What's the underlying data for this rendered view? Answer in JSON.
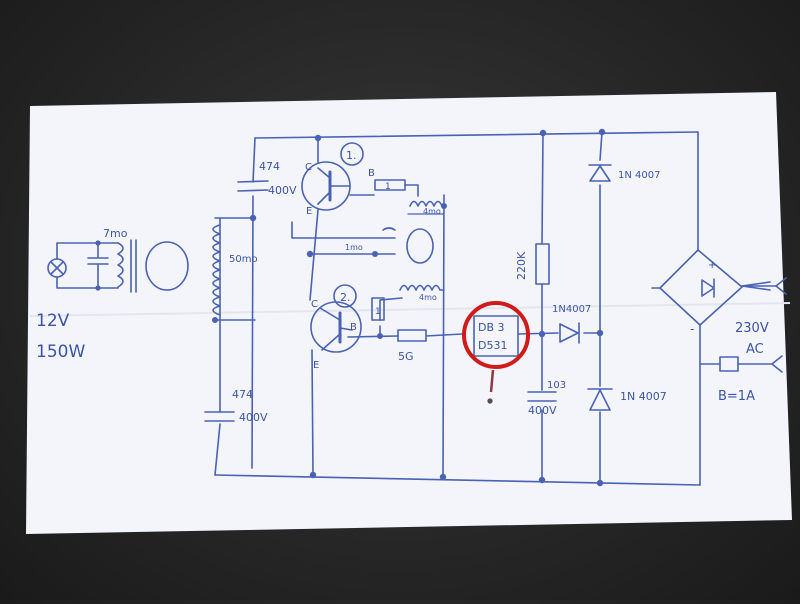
{
  "colors": {
    "ink": "#4a62b2",
    "paper": "#f4f5fb",
    "circle_mark": "#d11a1a"
  },
  "labels": {
    "lamp_voltage": "12V",
    "lamp_power": "150W",
    "toroid_coil": "7mo",
    "primary_turns": "50mo",
    "cap_top_value": "474",
    "cap_top_voltage": "400V",
    "cap_bottom_value": "474",
    "cap_bottom_voltage": "400V",
    "transistor1_id": "1.",
    "transistor2_id": "2.",
    "pin_c1": "C",
    "pin_b1": "B",
    "pin_e1": "E",
    "pin_c2": "C",
    "pin_b2": "B",
    "pin_e2": "E",
    "base_res1": "1",
    "base_res2": "1",
    "coil_top": "4mo",
    "coil_mid": "1mo",
    "coil_lower": "4mo",
    "emitter_res": "5G",
    "resistor_220k": "220K",
    "diac_line1": "DB 3",
    "diac_line2": "D531",
    "diode_top": "1N 4007",
    "diode_mid": "1N4007",
    "diode_bottom": "1N 4007",
    "cap_103_value": "103",
    "cap_103_voltage": "400V",
    "bridge_plus": "+",
    "bridge_minus": "-",
    "mains_voltage": "230V",
    "mains_type": "AC",
    "fuse": "B=1A"
  }
}
